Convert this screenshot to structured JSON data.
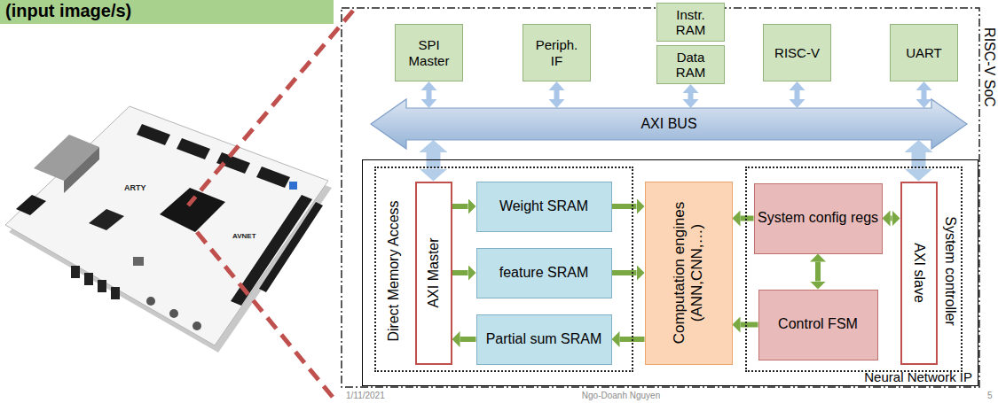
{
  "diagram": {
    "nodes": [
      {
        "text": [
          "(input image/s)"
        ]
      },
      {
        "text": [
          "RISC-V SoC"
        ]
      },
      {
        "text": [
          "SPI Master"
        ],
        "in": 1
      },
      {
        "text": [
          "Periph. IF"
        ],
        "in": 1
      },
      {
        "text": [
          "Instr. RAM"
        ],
        "in": 1
      },
      {
        "text": [
          "Data RAM"
        ],
        "in": 1
      },
      {
        "text": [
          "RISC-V"
        ],
        "in": 1
      },
      {
        "text": [
          "UART"
        ],
        "in": 1
      },
      {
        "text": [
          "AXI BUS"
        ],
        "in": 1
      },
      {
        "text": [
          "Neural Network IP"
        ],
        "in": 1
      },
      {
        "text": [
          "Direct Memory Access"
        ],
        "in": 9
      },
      {
        "text": [
          "AXI Master"
        ],
        "in": 10
      },
      {
        "text": [
          "Weight SRAM"
        ],
        "in": 10
      },
      {
        "text": [
          "feature SRAM"
        ],
        "in": 10
      },
      {
        "text": [
          "Partial sum SRAM"
        ],
        "in": 10
      },
      {
        "text": [
          "Computation engines (ANN,CNN,…)"
        ],
        "in": 9
      },
      {
        "text": [
          "System controller"
        ],
        "in": 9
      },
      {
        "text": [
          "System config regs"
        ],
        "in": 16
      },
      {
        "text": [
          "Control FSM"
        ],
        "in": 16
      },
      {
        "text": [
          "AXI slave"
        ],
        "in": 16
      }
    ],
    "edges": [
      {
        "from": 2,
        "to": 8,
        "arrow": "both"
      },
      {
        "from": 3,
        "to": 8,
        "arrow": "both"
      },
      {
        "from": 5,
        "to": 8,
        "arrow": "both"
      },
      {
        "from": 6,
        "to": 8,
        "arrow": "both"
      },
      {
        "from": 7,
        "to": 8,
        "arrow": "both"
      },
      {
        "from": 8,
        "to": 11,
        "arrow": "both"
      },
      {
        "from": 8,
        "to": 19,
        "arrow": "both"
      },
      {
        "from": 11,
        "to": 12,
        "arrow": "to"
      },
      {
        "from": 11,
        "to": 13,
        "arrow": "to"
      },
      {
        "from": 14,
        "to": 11,
        "arrow": "to"
      },
      {
        "from": 12,
        "to": 15,
        "arrow": "to"
      },
      {
        "from": 13,
        "to": 15,
        "arrow": "to"
      },
      {
        "from": 15,
        "to": 14,
        "arrow": "to"
      },
      {
        "from": 17,
        "to": 15,
        "arrow": "to"
      },
      {
        "from": 17,
        "to": 19,
        "arrow": "both"
      },
      {
        "from": 17,
        "to": 18,
        "arrow": "both"
      },
      {
        "from": 18,
        "to": 15,
        "arrow": "to"
      }
    ],
    "labels": [
      "ARTY",
      "AVNET",
      "1/11/2021",
      "Ngo-Doanh Nguyen",
      "5"
    ]
  }
}
